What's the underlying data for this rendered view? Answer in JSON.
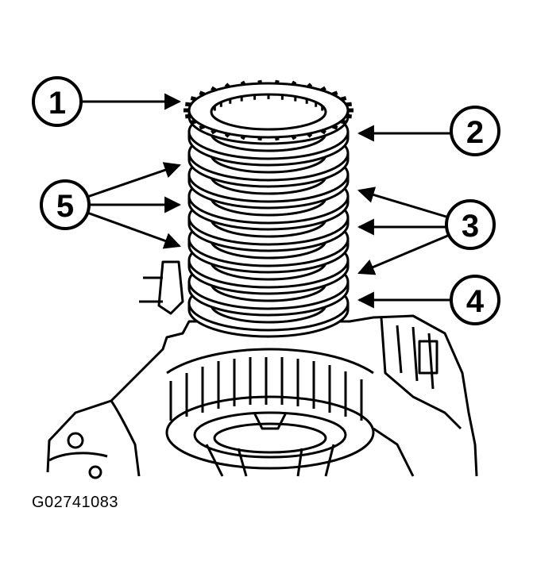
{
  "callouts": [
    {
      "id": "1",
      "label": "1"
    },
    {
      "id": "2",
      "label": "2"
    },
    {
      "id": "3",
      "label": "3"
    },
    {
      "id": "4",
      "label": "4"
    },
    {
      "id": "5",
      "label": "5"
    }
  ],
  "figure_id": "G02741083",
  "colors": {
    "ink": "#000000",
    "paper": "#ffffff"
  }
}
